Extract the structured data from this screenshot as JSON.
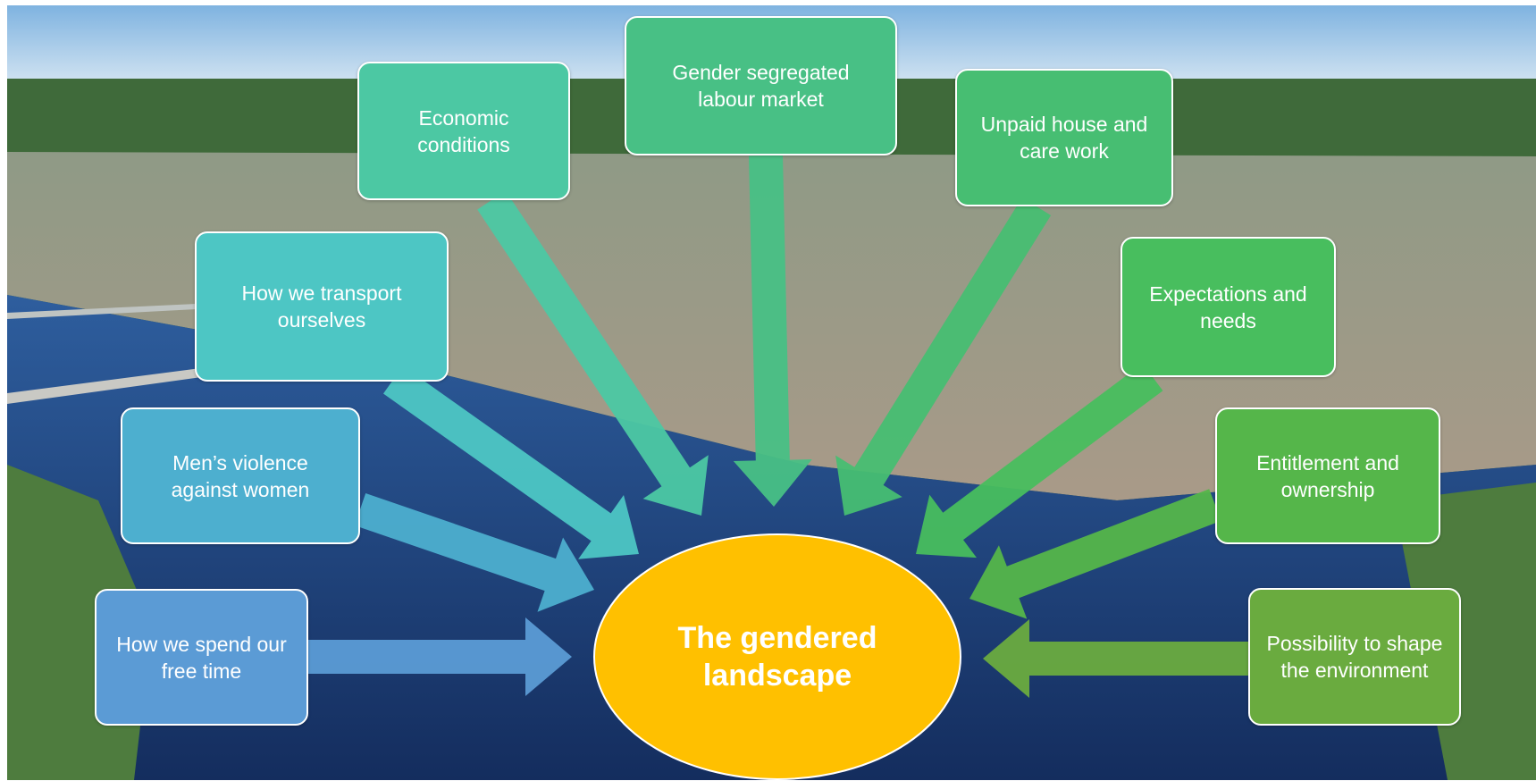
{
  "center": {
    "label": "The gendered\nlandscape",
    "color": "#FFC000"
  },
  "factors": [
    {
      "id": "free-time",
      "label": "How we spend our\nfree time",
      "color": "#5B9BD5"
    },
    {
      "id": "violence",
      "label": "Men’s violence\nagainst women",
      "color": "#4DAFCF"
    },
    {
      "id": "transport",
      "label": "How we transport\nourselves",
      "color": "#4DC6C4"
    },
    {
      "id": "economic",
      "label": "Economic\nconditions",
      "color": "#4CC8A3"
    },
    {
      "id": "labour",
      "label": "Gender segregated\nlabour market",
      "color": "#48C085"
    },
    {
      "id": "unpaid",
      "label": "Unpaid house and\ncare work",
      "color": "#47BE72"
    },
    {
      "id": "expectations",
      "label": "Expectations and\nneeds",
      "color": "#48BE5E"
    },
    {
      "id": "entitlement",
      "label": "Entitlement and\nownership",
      "color": "#55B64A"
    },
    {
      "id": "possibility",
      "label": "Possibility to shape\nthe environment",
      "color": "#6AAB3F"
    }
  ]
}
